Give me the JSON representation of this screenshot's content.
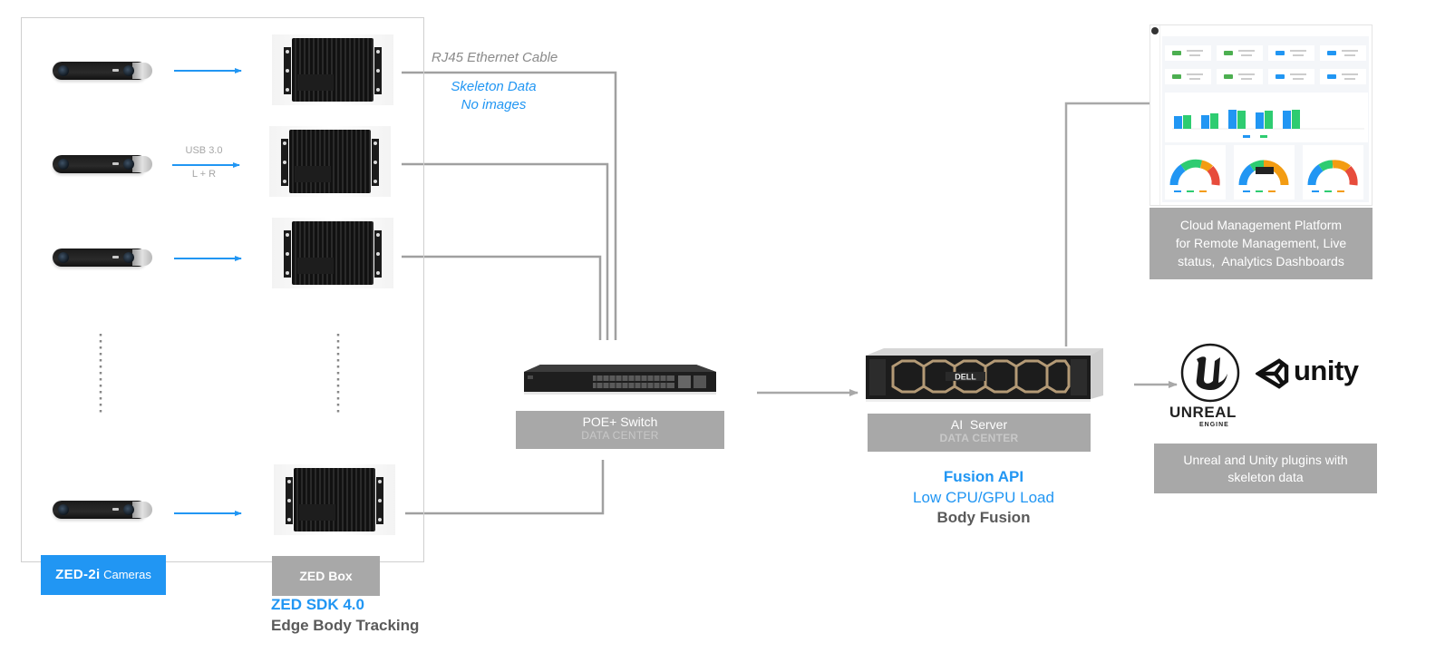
{
  "edge_group": {
    "cameras_label_brand": "ZED-2i",
    "cameras_label_rest": " Cameras",
    "box_label": "ZED Box",
    "usb_label_top": "USB 3.0",
    "usb_label_bottom": "L + R",
    "sdk_title": "ZED SDK 4.0",
    "sdk_subtitle": "Edge Body Tracking"
  },
  "network": {
    "cable_label": "RJ45 Ethernet Cable",
    "payload_line1": "Skeleton Data",
    "payload_line2": "No images"
  },
  "switch": {
    "label": "POE+ Switch",
    "sublabel": "DATA CENTER"
  },
  "server": {
    "label": "AI  Server",
    "sublabel": "DATA CENTER",
    "brand_mark": "DELL",
    "caption_title": "Fusion API",
    "caption_line2": "Low CPU/GPU Load",
    "caption_line3": "Body Fusion"
  },
  "cloud": {
    "label_line1": "Cloud Management Platform",
    "label_line2": "for Remote Management, Live",
    "label_line3": "status,  Analytics Dashboards"
  },
  "plugins": {
    "unreal_word": "UNREAL",
    "unreal_sub": "ENGINE",
    "unity_word": "unity",
    "label_line1": "Unreal and Unity plugins with",
    "label_line2": "skeleton data"
  },
  "colors": {
    "accent_blue": "#2196f3",
    "label_grey": "#a8a8a8",
    "connector_grey": "#a0a0a0",
    "caption_grey": "#5a5a5a"
  }
}
